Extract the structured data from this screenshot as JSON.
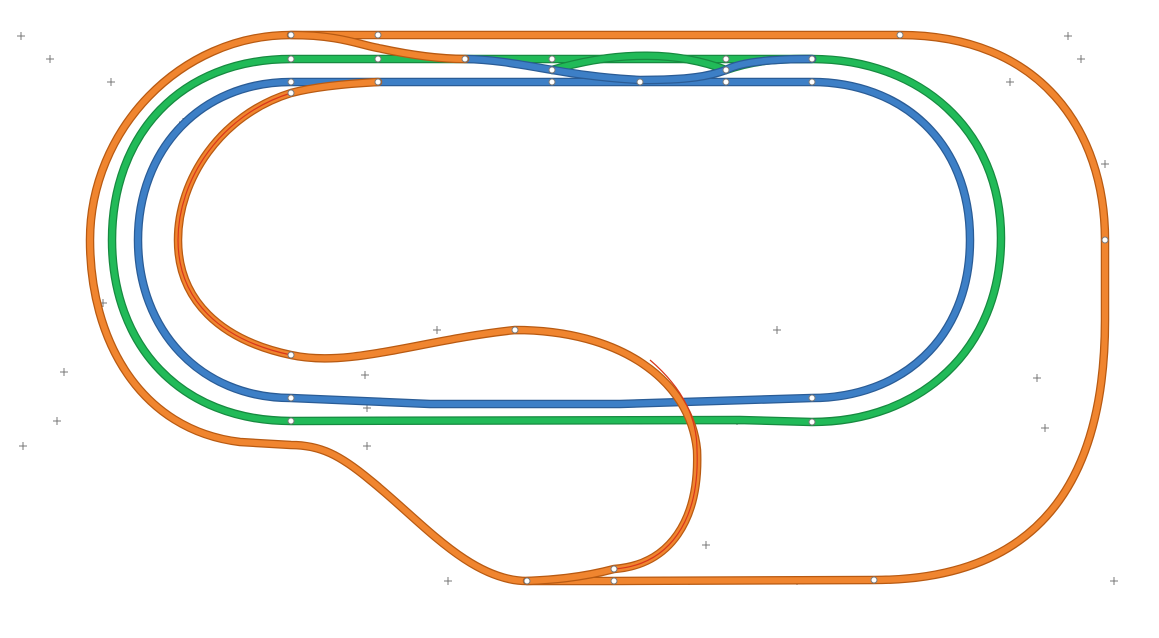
{
  "colors": {
    "orange": "#F0852F",
    "green": "#21BA58",
    "blue": "#3D7FC6",
    "orange_edge": "#B85A12",
    "green_edge": "#178A40",
    "blue_edge": "#2A5C96",
    "red_inner": "#D8361B",
    "node_fill": "#FFFFFF",
    "node_stroke": "#7A7A7A",
    "cross": "#6A6A6A"
  },
  "tracks": [
    {
      "id": "blue-inner-loop",
      "color": "blue"
    },
    {
      "id": "green-middle-loop",
      "color": "green"
    },
    {
      "id": "orange-outer-loop",
      "color": "orange"
    },
    {
      "id": "orange-inner-loop",
      "color": "orange"
    },
    {
      "id": "orange-lower-connector",
      "color": "orange"
    },
    {
      "id": "orange-s-bend",
      "color": "orange"
    }
  ],
  "icons": {
    "node": "junction-node-icon",
    "cross": "grid-marker-icon"
  }
}
